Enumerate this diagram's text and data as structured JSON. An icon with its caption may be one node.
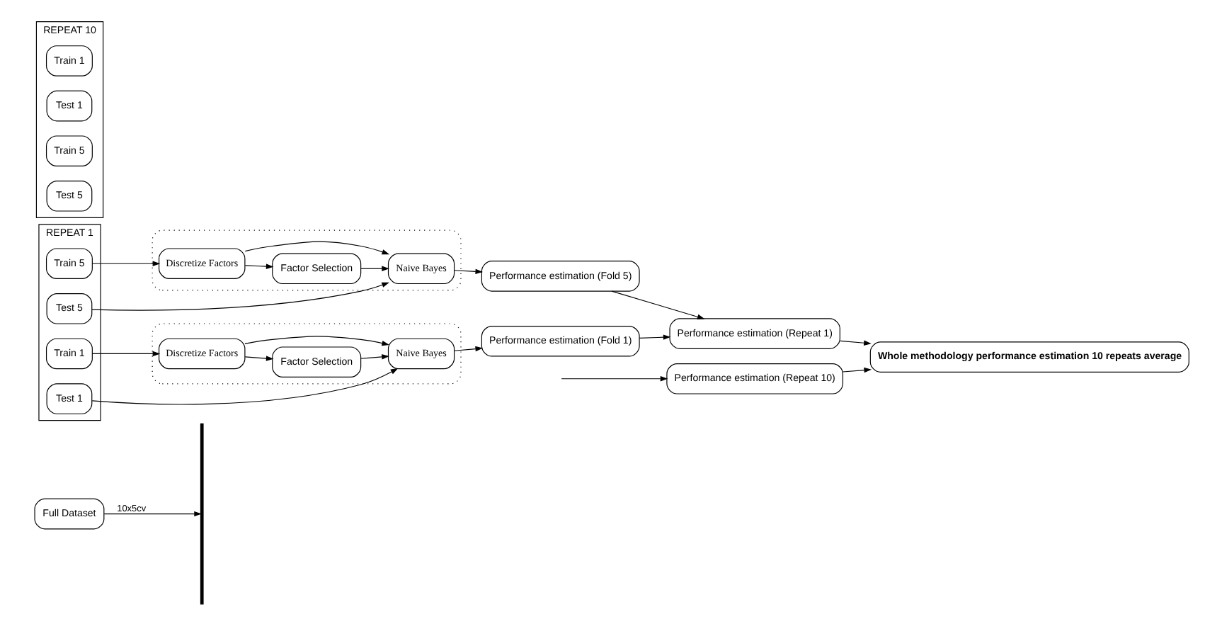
{
  "diagram": {
    "nodes": [
      {
        "text": [
          "Full Dataset"
        ]
      },
      {
        "text": [],
        "shape": "bar"
      },
      {
        "text": [
          "REPEAT 1"
        ]
      },
      {
        "text": [
          "Train 1"
        ],
        "in": 2
      },
      {
        "text": [
          "Test 1"
        ],
        "in": 2
      },
      {
        "text": [
          "Train 5"
        ],
        "in": 2
      },
      {
        "text": [
          "Test 5"
        ],
        "in": 2
      },
      {
        "text": [],
        "shape": "box"
      },
      {
        "text": [
          "Discretize Factors"
        ],
        "in": 7
      },
      {
        "text": [
          "Factor Selection"
        ],
        "in": 7
      },
      {
        "text": [
          "Naive Bayes"
        ],
        "in": 7
      },
      {
        "text": [],
        "shape": "box"
      },
      {
        "text": [
          "Discretize Factors"
        ],
        "in": 11
      },
      {
        "text": [
          "Factor Selection"
        ],
        "in": 11
      },
      {
        "text": [
          "Naive Bayes"
        ],
        "in": 11
      },
      {
        "text": [
          "Performance estimation (Fold 1)"
        ]
      },
      {
        "text": [
          "Performance estimation (Fold 5)"
        ]
      },
      {
        "text": [
          "Performance estimation (Repeat 1)"
        ]
      },
      {
        "text": [
          "Whole methodology performance estimation 10 repeats average"
        ]
      },
      {
        "text": [
          "REPEAT 10"
        ]
      },
      {
        "text": [
          "Train 1"
        ],
        "in": 19
      },
      {
        "text": [
          "Test 1"
        ],
        "in": 19
      },
      {
        "text": [
          "Train 5"
        ],
        "in": 19
      },
      {
        "text": [
          "Test 5"
        ],
        "in": 19
      },
      {
        "text": [
          "Performance estimation (Repeat 10)"
        ]
      }
    ],
    "edges": [
      {
        "from": 0,
        "to": 1,
        "arrow": "to",
        "label": "10x5cv"
      },
      {
        "from": 3,
        "to": 8,
        "arrow": "to"
      },
      {
        "from": 8,
        "to": 9,
        "arrow": "to"
      },
      {
        "from": 9,
        "to": 10,
        "arrow": "to"
      },
      {
        "from": 8,
        "to": 10,
        "arrow": "to"
      },
      {
        "from": 4,
        "to": 10,
        "arrow": "to"
      },
      {
        "from": 10,
        "to": 15,
        "arrow": "to"
      },
      {
        "from": 5,
        "to": 12,
        "arrow": "to"
      },
      {
        "from": 12,
        "to": 13,
        "arrow": "to"
      },
      {
        "from": 13,
        "to": 14,
        "arrow": "to"
      },
      {
        "from": 12,
        "to": 14,
        "arrow": "to"
      },
      {
        "from": 6,
        "to": 14,
        "arrow": "to"
      },
      {
        "from": 14,
        "to": 16,
        "arrow": "to"
      },
      {
        "from": 15,
        "to": 17,
        "arrow": "to"
      },
      {
        "from": 16,
        "to": 17,
        "arrow": "to"
      },
      {
        "from": 17,
        "to": 18,
        "arrow": "to"
      },
      {
        "from": 24,
        "to": 18,
        "arrow": "to"
      },
      {
        "from": null,
        "to": 24,
        "arrow": "to"
      }
    ]
  }
}
